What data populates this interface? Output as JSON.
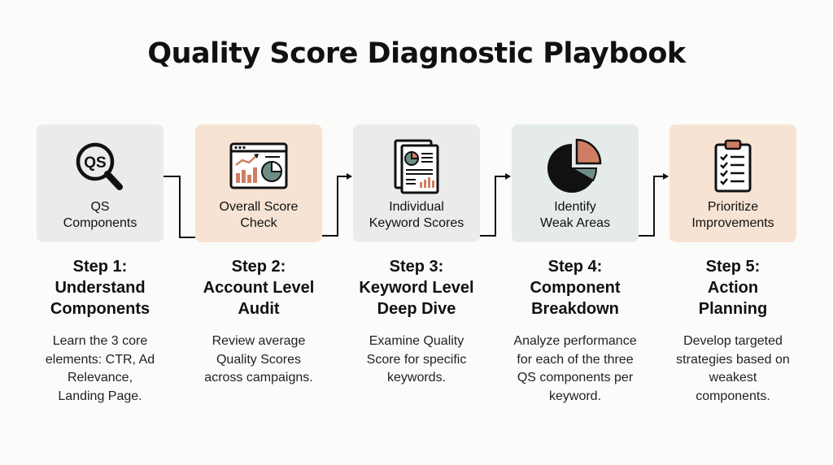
{
  "title": "Quality Score Diagnostic Playbook",
  "colors": {
    "card_gray": "#ebebeb",
    "card_peach": "#f7e3d3",
    "card_mint": "#e4ebe9",
    "accent_orange": "#cf7e63",
    "accent_teal": "#6c8e86",
    "ink": "#111111"
  },
  "steps": [
    {
      "icon": "magnifier-qs-icon",
      "icon_text": "QS",
      "card_label": "QS\nComponents",
      "title": "Step 1:\nUnderstand\nComponents",
      "description": "Learn the 3 core\nelements: CTR, Ad\nRelevance,\nLanding Page."
    },
    {
      "icon": "dashboard-chart-icon",
      "card_label": "Overall Score\nCheck",
      "title": "Step 2:\nAccount Level\nAudit",
      "description": "Review average\nQuality Scores\nacross campaigns."
    },
    {
      "icon": "report-document-icon",
      "card_label": "Individual\nKeyword Scores",
      "title": "Step 3:\nKeyword Level\nDeep Dive",
      "description": "Examine Quality\nScore for specific\nkeywords."
    },
    {
      "icon": "pie-chart-icon",
      "card_label": "Identify\nWeak Areas",
      "title": "Step 4:\nComponent\nBreakdown",
      "description": "Analyze performance\nfor each of the three\nQS components per\nkeyword."
    },
    {
      "icon": "checklist-clipboard-icon",
      "card_label": "Prioritize\nImprovements",
      "title": "Step 5:\nAction\nPlanning",
      "description": "Develop targeted\nstrategies based on\nweakest\ncomponents."
    }
  ]
}
